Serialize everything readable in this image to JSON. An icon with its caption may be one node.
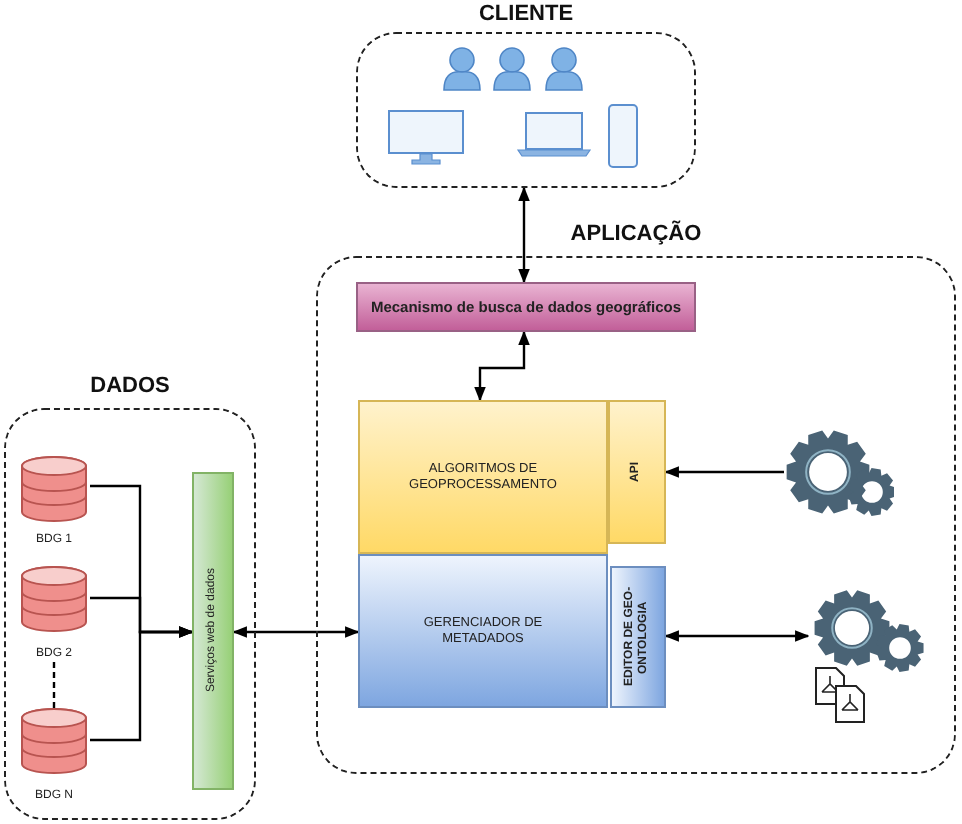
{
  "diagram": {
    "nodes": [
      {
        "text": [
          "CLIENTE"
        ]
      },
      {
        "text": [
          "APLICAÇÃO"
        ]
      },
      {
        "text": [
          "Mecanismo de busca de dados geográficos"
        ],
        "in": 1
      },
      {
        "text": [
          "ALGORITMOS DE GEOPROCESSAMENTO"
        ],
        "in": 1
      },
      {
        "text": [
          "API"
        ],
        "in": 1
      },
      {
        "text": [
          "GERENCIADOR DE METADADOS"
        ],
        "in": 1
      },
      {
        "text": [
          "EDITOR DE GEO-ONTOLOGIA"
        ],
        "in": 1
      },
      {
        "text": [],
        "shape": "gear",
        "in": 1
      },
      {
        "text": [],
        "shape": "gear",
        "in": 1
      },
      {
        "text": [
          "DADOS"
        ]
      },
      {
        "text": [
          "BDG 1"
        ],
        "in": 9
      },
      {
        "text": [
          "BDG 2"
        ],
        "in": 9
      },
      {
        "text": [
          "BDG N"
        ],
        "in": 9
      },
      {
        "text": [
          "Serviços web de dados"
        ],
        "in": 9
      }
    ],
    "edges": [
      {
        "from": 0,
        "to": 2,
        "arrow": "both"
      },
      {
        "from": 2,
        "to": 3,
        "arrow": "both"
      },
      {
        "from": 7,
        "to": 4,
        "arrow": "to"
      },
      {
        "from": 6,
        "to": 8,
        "arrow": "both"
      },
      {
        "from": 10,
        "to": 13,
        "arrow": "to"
      },
      {
        "from": 11,
        "to": 13,
        "arrow": "to"
      },
      {
        "from": 12,
        "to": 13,
        "arrow": "to"
      },
      {
        "from": 13,
        "to": 5,
        "arrow": "both"
      },
      {
        "from": 11,
        "to": 12,
        "arrow": "none",
        "style": "dashed"
      }
    ]
  }
}
